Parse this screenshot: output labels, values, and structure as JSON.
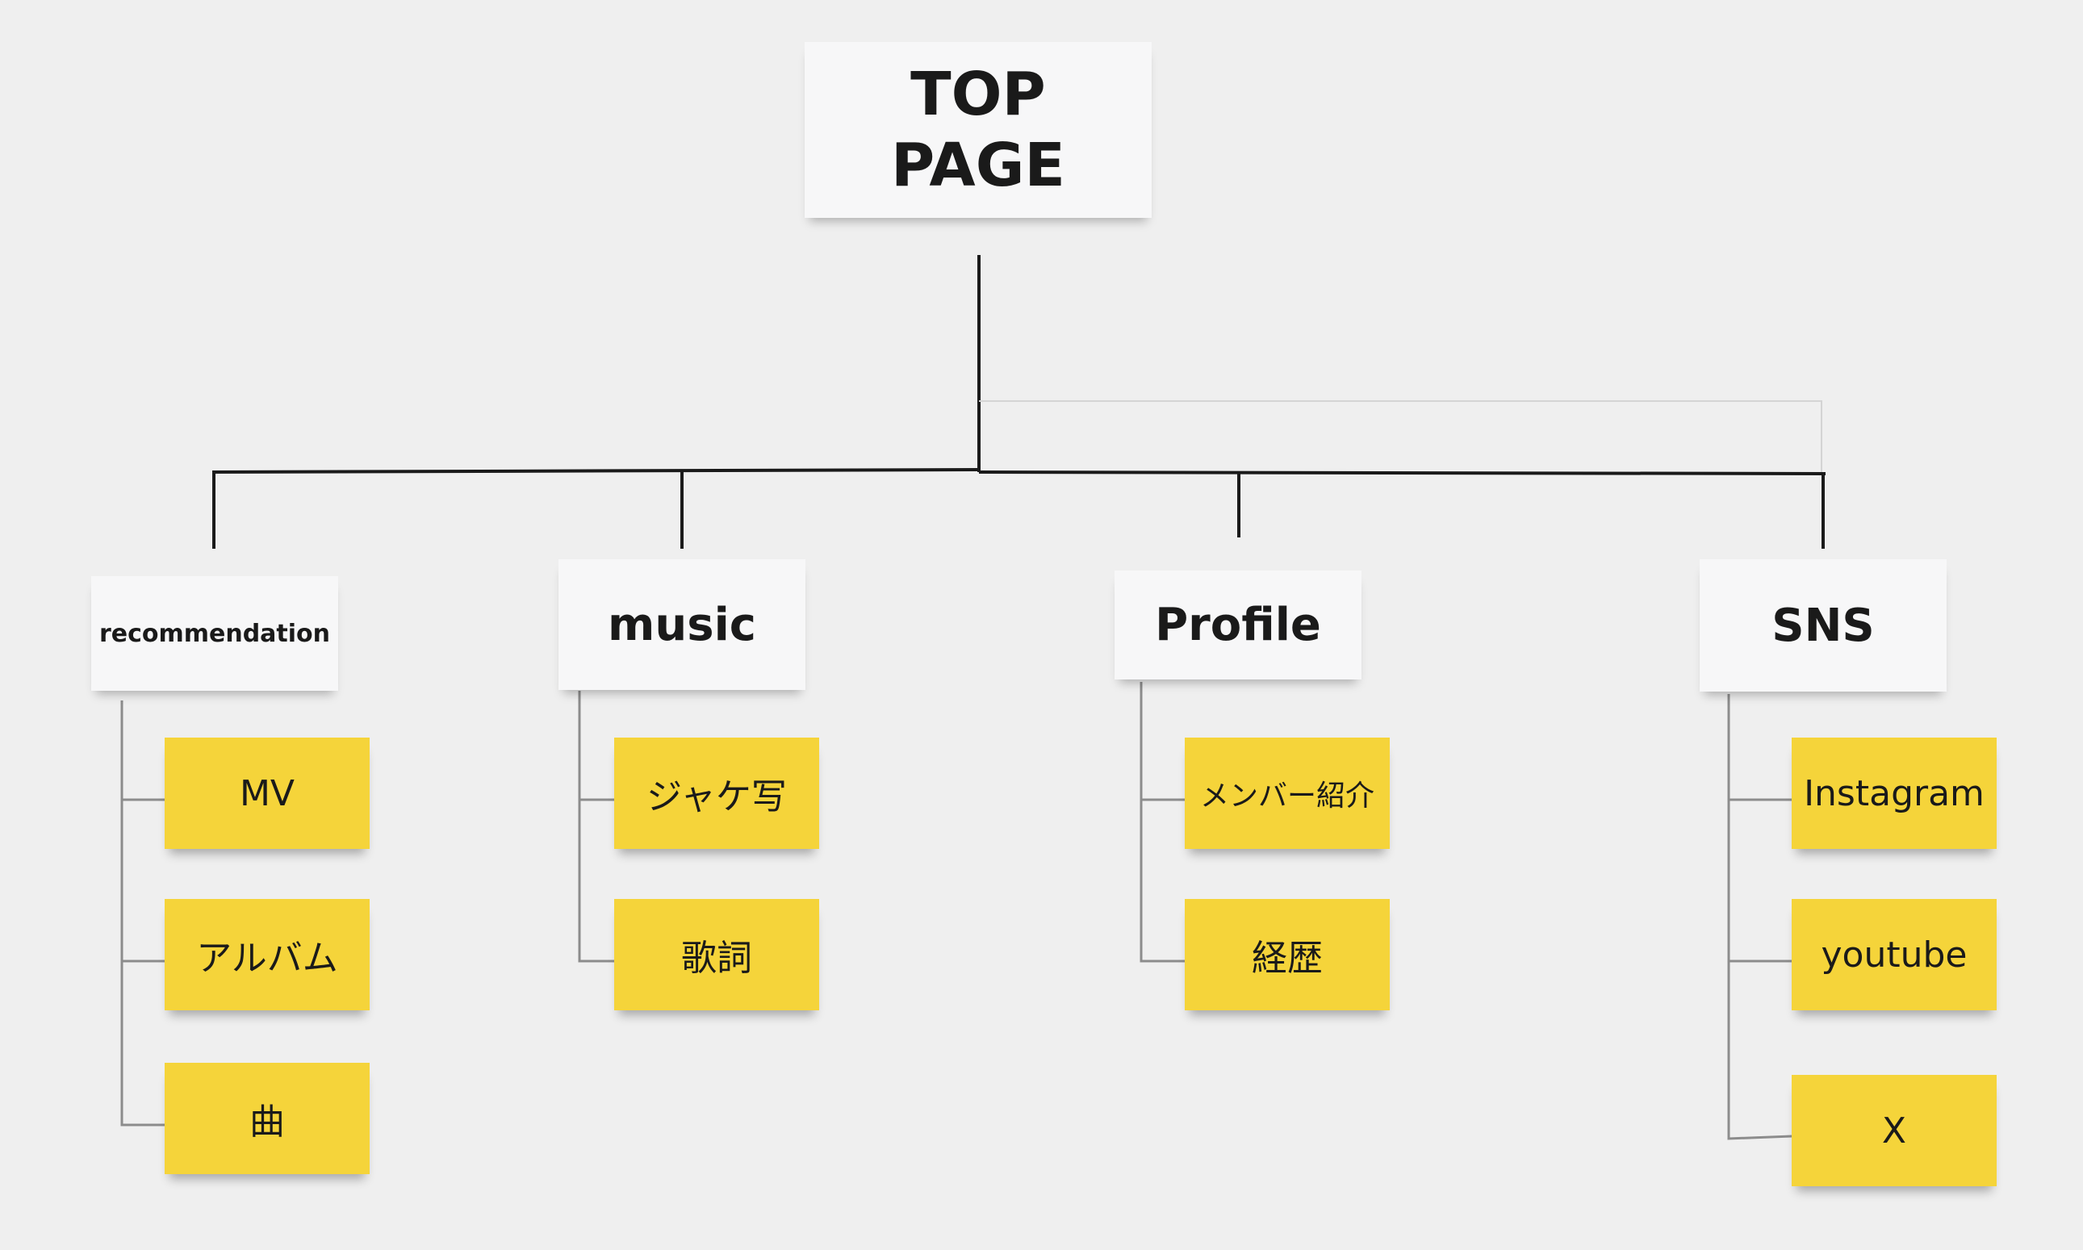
{
  "root": {
    "label": "TOP\nPAGE"
  },
  "categories": [
    {
      "label": "recommendation",
      "items": [
        "MV",
        "アルバム",
        "曲"
      ]
    },
    {
      "label": "music",
      "items": [
        "ジャケ写",
        "歌詞"
      ]
    },
    {
      "label": "Profile",
      "items": [
        "メンバー紹介",
        "経歴"
      ]
    },
    {
      "label": "SNS",
      "items": [
        "Instagram",
        "youtube",
        "X"
      ]
    }
  ],
  "colors": {
    "background": "#efefef",
    "white_note": "#f7f7f8",
    "yellow_note": "#f5d43a",
    "trunk_line": "#1a1a1a",
    "branch_line": "#8c8c8c"
  }
}
